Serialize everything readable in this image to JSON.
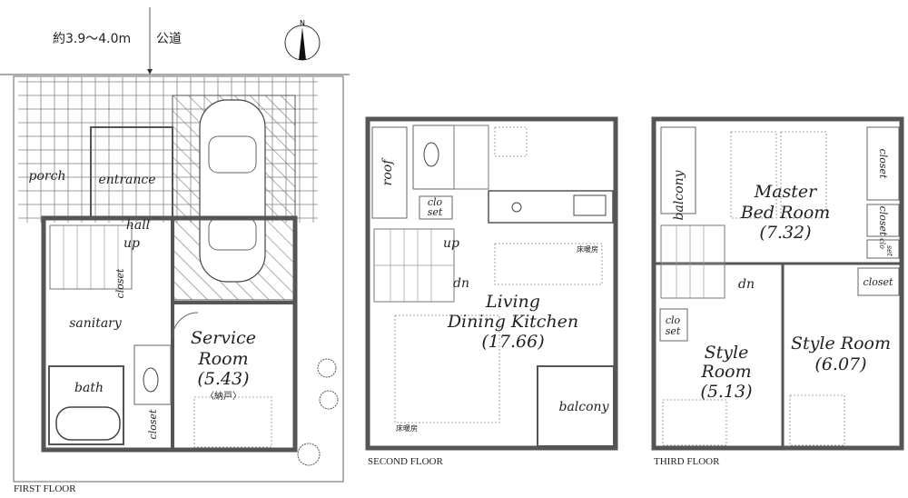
{
  "road": {
    "width": "約3.9〜4.0m",
    "label": "公道"
  },
  "compass": {
    "label": "N"
  },
  "first_floor": {
    "title": "FIRST FLOOR",
    "porch": "porch",
    "entrance": "entrance",
    "hall": "hall",
    "up": "up",
    "closet1": "closet",
    "sanitary": "sanitary",
    "bath": "bath",
    "closet2": "closet",
    "service_1": "Service",
    "service_2": "Room",
    "service_area": "(5.43)",
    "service_note": "〈納戸〉"
  },
  "second_floor": {
    "title": "SECOND FLOOR",
    "roof": "roof",
    "closet_1": "clo",
    "closet_2": "set",
    "up": "up",
    "dn": "dn",
    "ldk_1": "Living",
    "ldk_2": "Dining Kitchen",
    "ldk_area": "(17.66)",
    "floor_heating_1": "床暖房",
    "floor_heating_2": "床暖房",
    "balcony": "balcony"
  },
  "third_floor": {
    "title": "THIRD FLOOR",
    "balcony": "balcony",
    "master_1": "Master",
    "master_2": "Bed Room",
    "master_area": "(7.32)",
    "closet1": "closet",
    "closet2": "closet",
    "closet3_1": "clo",
    "closet3_2": "set",
    "closet4": "closet",
    "dn": "dn",
    "closet5_1": "clo",
    "closet5_2": "set",
    "style1_1": "Style",
    "style1_2": "Room",
    "style1_area": "(5.13)",
    "style2_1": "Style Room",
    "style2_area": "(6.07)"
  }
}
